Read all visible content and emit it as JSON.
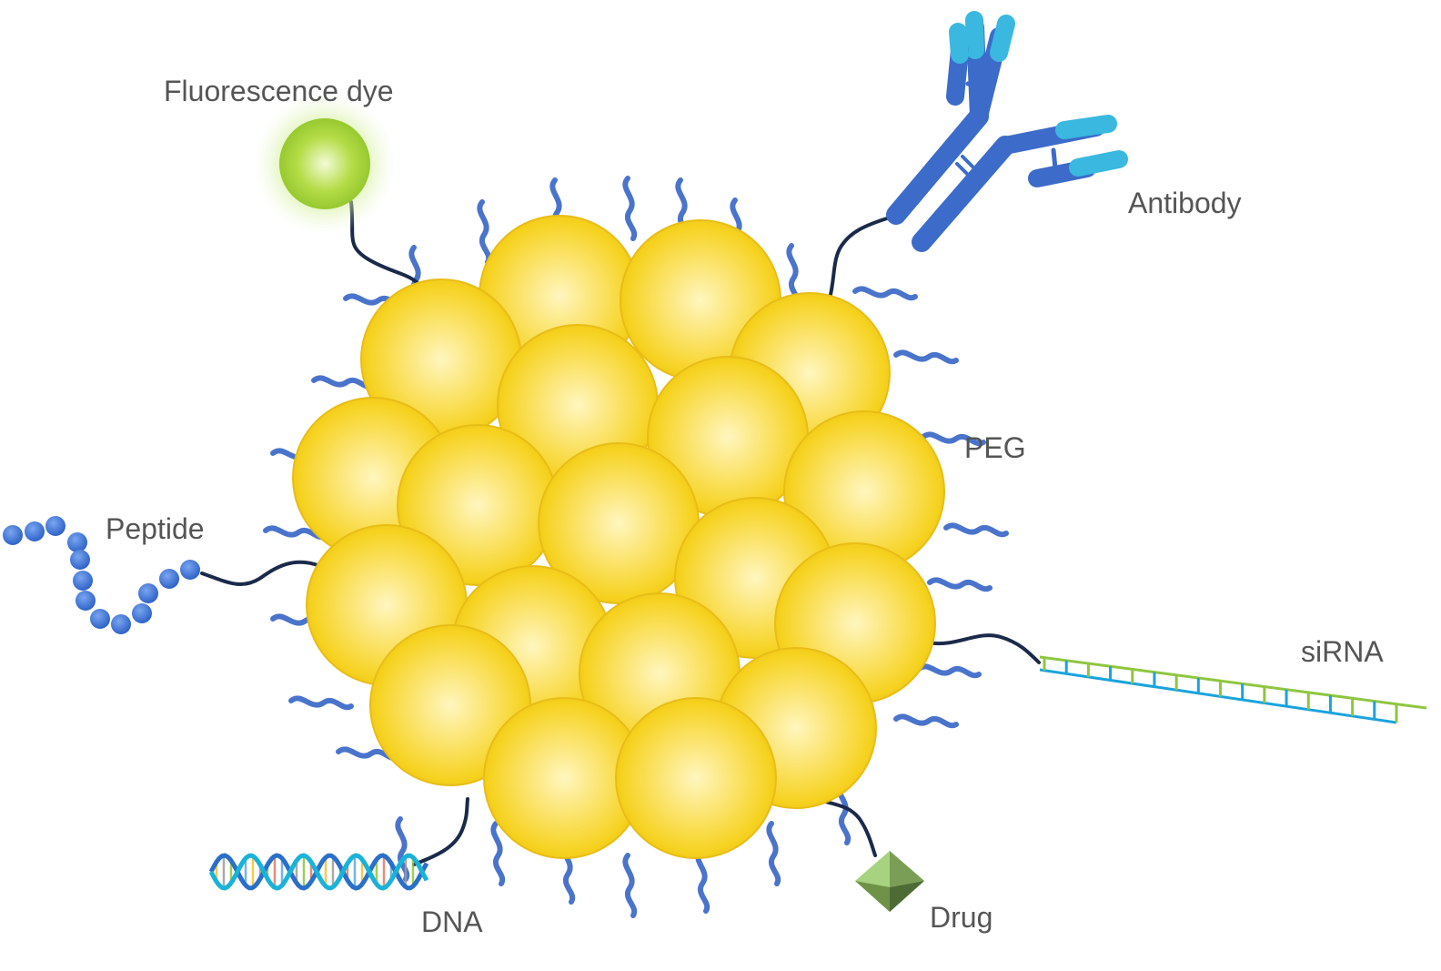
{
  "labels": {
    "fluorescence_dye": "Fluorescence dye",
    "antibody": "Antibody",
    "peg": "PEG",
    "peptide": "Peptide",
    "sirna": "siRNA",
    "dna": "DNA",
    "drug": "Drug"
  },
  "colors": {
    "background": "#ffffff",
    "nanoparticle_yellow": "#f6d21f",
    "peg_blue": "#4a74cc",
    "linker_navy": "#1b2a4a",
    "dye_green": "#a6d236",
    "antibody_dark": "#3d6bc9",
    "antibody_light": "#3ab8e0",
    "peptide_blue": "#3b6fd0",
    "sirna_green": "#8ec63f",
    "sirna_cyan": "#1aa3dc",
    "drug_green": "#8dbb6a",
    "label_gray": "#555555"
  },
  "icons": [
    "fluorescence-dye-sphere",
    "antibody-icon",
    "peptide-chain",
    "sirna-strand",
    "dna-helix",
    "drug-crystal",
    "peg-chain"
  ]
}
